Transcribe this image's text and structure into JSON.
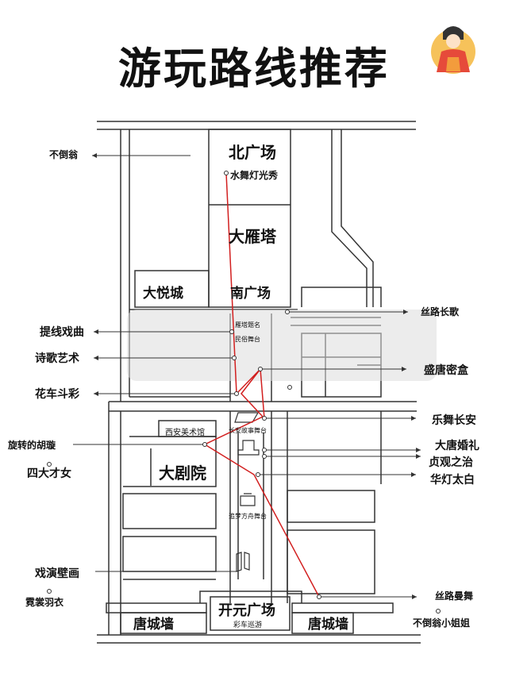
{
  "title": "游玩路线推荐",
  "blocks": {
    "north_square": "北广场",
    "big_goose_pagoda": "大雁塔",
    "dayue_city": "大悦城",
    "south_square": "南广场",
    "xian_art_museum": "西安美术馆",
    "grand_theatre": "大剧院",
    "kaiyuan_square": "开元广场",
    "parade_sub": "彩车巡游",
    "city_wall_left": "唐城墙",
    "city_wall_right": "唐城墙"
  },
  "small_labels": {
    "water_show": "水舞灯光秀",
    "puppet_stage": "雁塔题名",
    "folk_stage": "民俗舞台",
    "story_stage": "长安故事舞台",
    "dream_stage": "追梦方舟舞台"
  },
  "left_labels": {
    "budaoweng": "不倒翁",
    "puppet_show": "提线戏曲",
    "poetry_art": "诗歌艺术",
    "flower_car": "花车斗彩",
    "huxuan": "旋转的胡璇",
    "four_talents": "四大才女",
    "mural_drama": "戏演壁画",
    "nichang": "霓裳羽衣"
  },
  "right_labels": {
    "silk_song": "丝路长歌",
    "tang_box": "盛唐密盒",
    "music_dance": "乐舞长安",
    "tang_wedding": "大唐婚礼",
    "zhenguan": "贞观之治",
    "lantern_taibai": "华灯太白",
    "silk_dance": "丝路曼舞",
    "budaoweng_lady": "不倒翁小姐姐"
  },
  "colors": {
    "route": "#d21f1f",
    "lines": "#333333",
    "text": "#111111",
    "watermark": "#d9d9d9"
  },
  "icons": [
    "mascot-icon",
    "compass-icon"
  ]
}
